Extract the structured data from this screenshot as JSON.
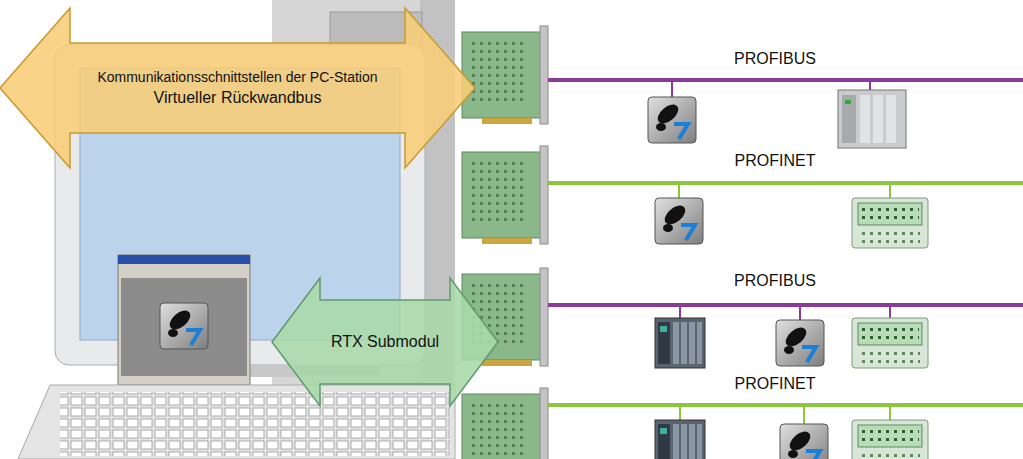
{
  "diagram": {
    "nodes": [
      {
        "text": [
          "Kommunikationsschnittstellen der PC-Station",
          "Virtueller Rückwandbus"
        ]
      },
      {
        "text": [
          "RTX Submodul"
        ]
      }
    ],
    "labels": [
      "PROFIBUS",
      "PROFINET",
      "PROFIBUS",
      "PROFINET"
    ]
  }
}
